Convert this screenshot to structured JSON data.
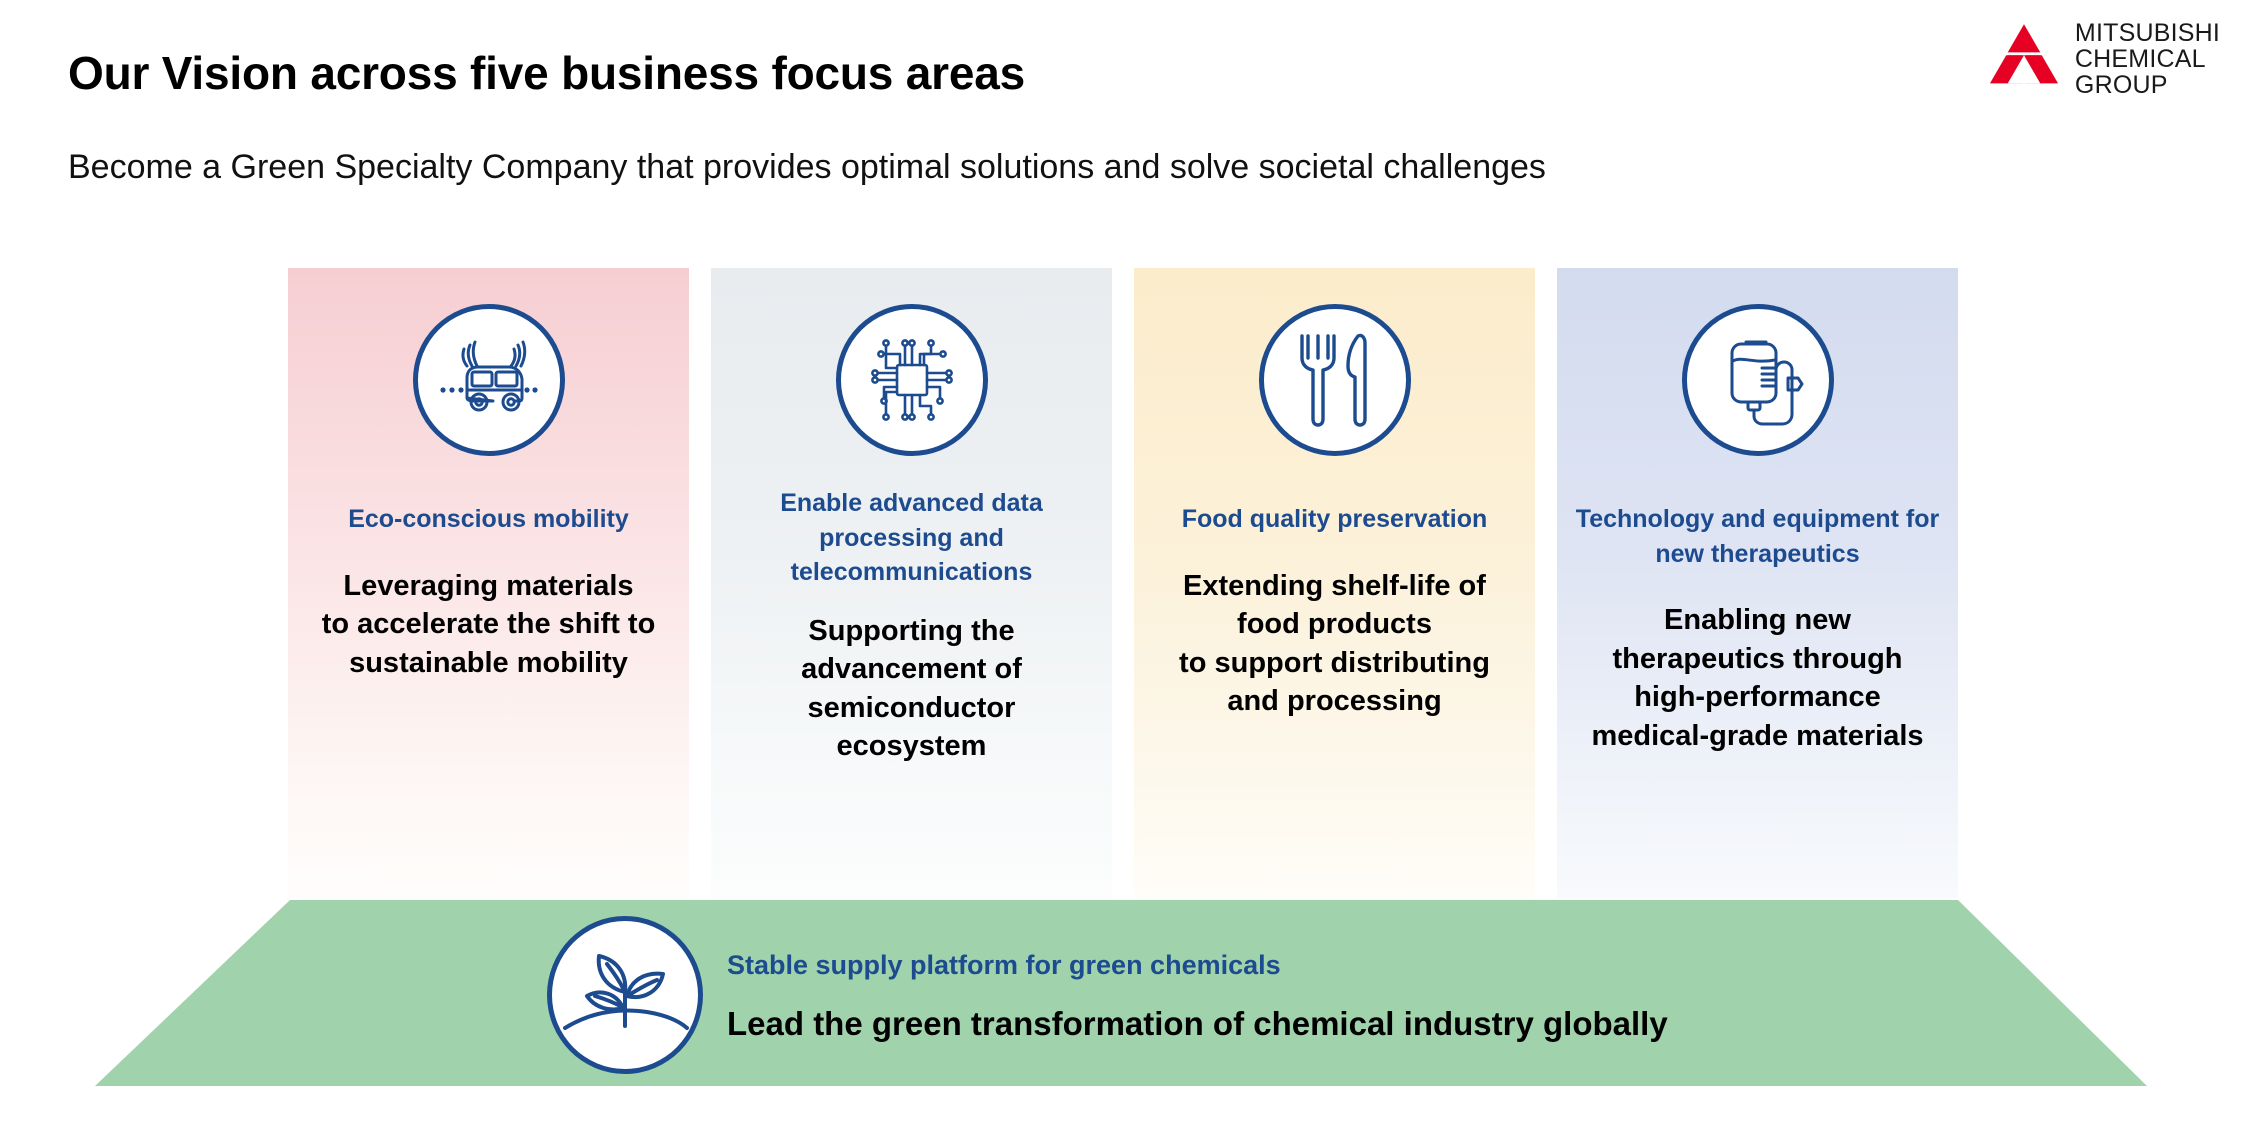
{
  "header": {
    "title": "Our Vision across five business focus areas",
    "subtitle": "Become a Green Specialty Company that provides optimal solutions and solve societal challenges"
  },
  "logo": {
    "icon": "mitsubishi-three-diamonds-mark",
    "line1": "MITSUBISHI",
    "line2": "CHEMICAL",
    "line3": "GROUP",
    "mark_color": "#e60023"
  },
  "colors": {
    "accent_blue": "#1d4b8f",
    "platform_green": "#a0d2ab",
    "card_mobility": "#f6ced2",
    "card_semiconductor": "#e8ecef",
    "card_food": "#fbeccb",
    "card_medical": "#d3dbef"
  },
  "cards": [
    {
      "icon": "autonomous-vehicle-icon",
      "title": "Eco-conscious\nmobility",
      "description": "Leveraging materials\nto accelerate the shift to\nsustainable mobility"
    },
    {
      "icon": "microchip-icon",
      "title": "Enable advanced data\nprocessing and\ntelecommunications",
      "description": "Supporting the\nadvancement of\nsemiconductor\necosystem"
    },
    {
      "icon": "fork-and-knife-icon",
      "title": "Food quality\npreservation",
      "description": "Extending shelf-life of\nfood products\nto support distributing\nand processing"
    },
    {
      "icon": "iv-drip-bag-icon",
      "title": "Technology and equipment\nfor new therapeutics",
      "description": "Enabling new\ntherapeutics through\nhigh-performance\nmedical-grade materials"
    }
  ],
  "platform": {
    "icon": "seedling-plant-icon",
    "title": "Stable supply platform for green chemicals",
    "description": "Lead the green transformation of chemical industry globally"
  }
}
